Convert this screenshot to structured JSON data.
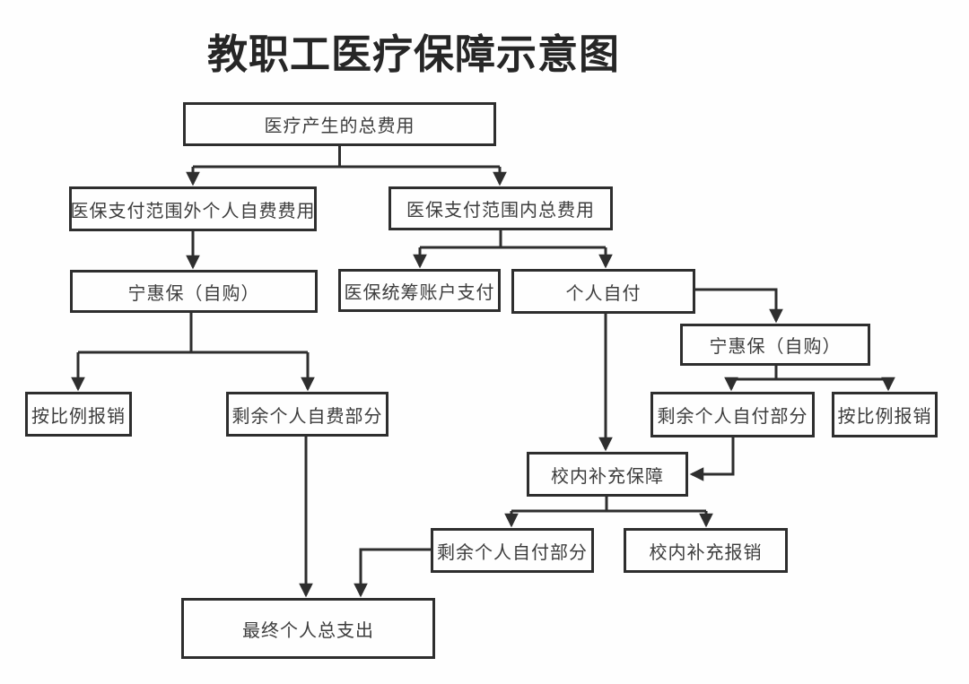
{
  "title": "教职工医疗保障示意图",
  "diagram": {
    "nodes": {
      "total": {
        "label": "医疗产生的总费用"
      },
      "outside": {
        "label": "医保支付范围外个人自费费用"
      },
      "inside": {
        "label": "医保支付范围内总费用"
      },
      "ninghuibao_left": {
        "label": "宁惠保（自购）"
      },
      "pooled": {
        "label": "医保统筹账户支付"
      },
      "self_pay": {
        "label": "个人自付"
      },
      "ninghuibao_right": {
        "label": "宁惠保（自购）"
      },
      "remain_self_pay_right": {
        "label": "剩余个人自付部分"
      },
      "proportional_right": {
        "label": "按比例报销"
      },
      "proportional_left": {
        "label": "按比例报销"
      },
      "remain_self_fee": {
        "label": "剩余个人自费部分"
      },
      "campus_supplement": {
        "label": "校内补充保障"
      },
      "remain_self_pay_bottom": {
        "label": "剩余个人自付部分"
      },
      "campus_reimburse": {
        "label": "校内补充报销"
      },
      "final_total": {
        "label": "最终个人总支出"
      }
    },
    "edges": [
      {
        "from": "total",
        "to": "outside"
      },
      {
        "from": "total",
        "to": "inside"
      },
      {
        "from": "outside",
        "to": "ninghuibao_left"
      },
      {
        "from": "ninghuibao_left",
        "to": "proportional_left"
      },
      {
        "from": "ninghuibao_left",
        "to": "remain_self_fee"
      },
      {
        "from": "inside",
        "to": "pooled"
      },
      {
        "from": "inside",
        "to": "self_pay"
      },
      {
        "from": "self_pay",
        "to": "ninghuibao_right"
      },
      {
        "from": "self_pay",
        "to": "campus_supplement"
      },
      {
        "from": "ninghuibao_right",
        "to": "remain_self_pay_right"
      },
      {
        "from": "ninghuibao_right",
        "to": "proportional_right"
      },
      {
        "from": "remain_self_pay_right",
        "to": "campus_supplement"
      },
      {
        "from": "campus_supplement",
        "to": "remain_self_pay_bottom"
      },
      {
        "from": "campus_supplement",
        "to": "campus_reimburse"
      },
      {
        "from": "remain_self_fee",
        "to": "final_total"
      },
      {
        "from": "remain_self_pay_bottom",
        "to": "final_total"
      }
    ],
    "colors": {
      "stroke": "#2e2e2e",
      "text": "#3d3d3d",
      "title_text": "#262626",
      "background": "#fefefe"
    }
  }
}
